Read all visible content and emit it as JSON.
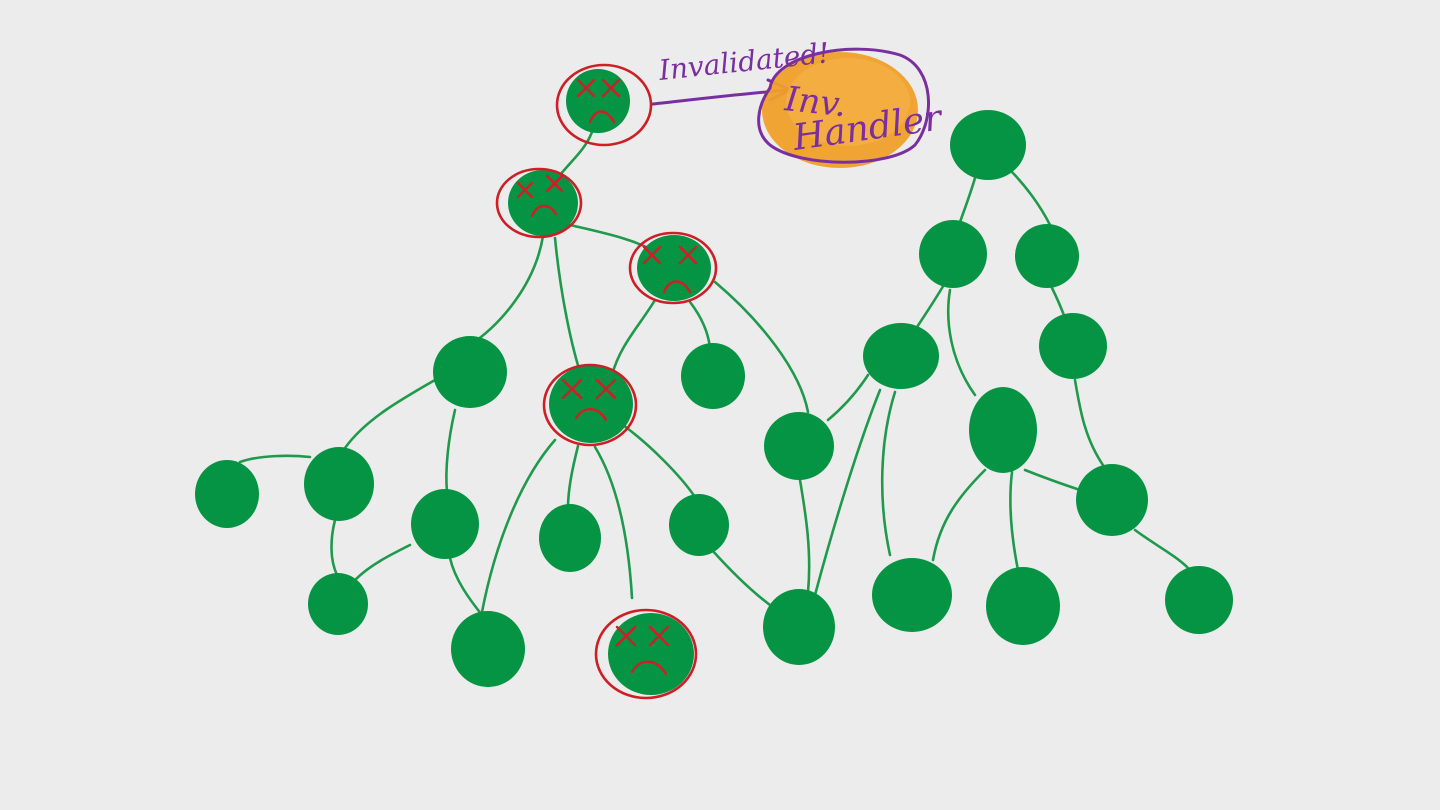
{
  "colors": {
    "background": "#ececec",
    "node_fill": "#059443",
    "edge": "#1f9a4c",
    "invalid_ring": "#cc1f26",
    "handler_fill": "#f0a02a",
    "annotation": "#7a2fa0"
  },
  "annotation": {
    "label": "Invalidated!"
  },
  "handler": {
    "line1": "Inv.",
    "line2": "Handler"
  },
  "icons": {
    "invalid_node": "dead-face-icon",
    "node": "circle"
  }
}
